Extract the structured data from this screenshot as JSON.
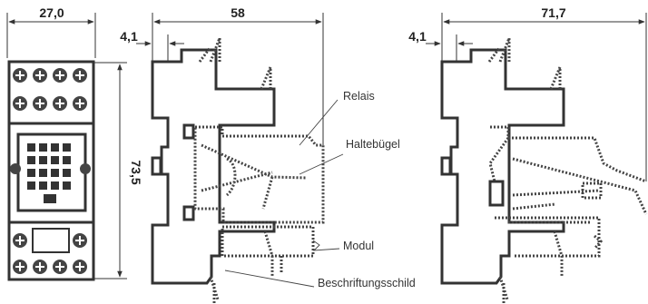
{
  "dimensions": {
    "front_width": "27,0",
    "front_height": "73,5",
    "side_offset_1": "4,1",
    "side_width_1": "58",
    "side_offset_2": "4,1",
    "side_width_2": "71,7"
  },
  "labels": {
    "relais": "Relais",
    "haltebuegel": "Haltebügel",
    "modul": "Modul",
    "beschriftungsschild": "Beschriftungsschild"
  },
  "colors": {
    "line": "#333333",
    "background": "#ffffff"
  }
}
